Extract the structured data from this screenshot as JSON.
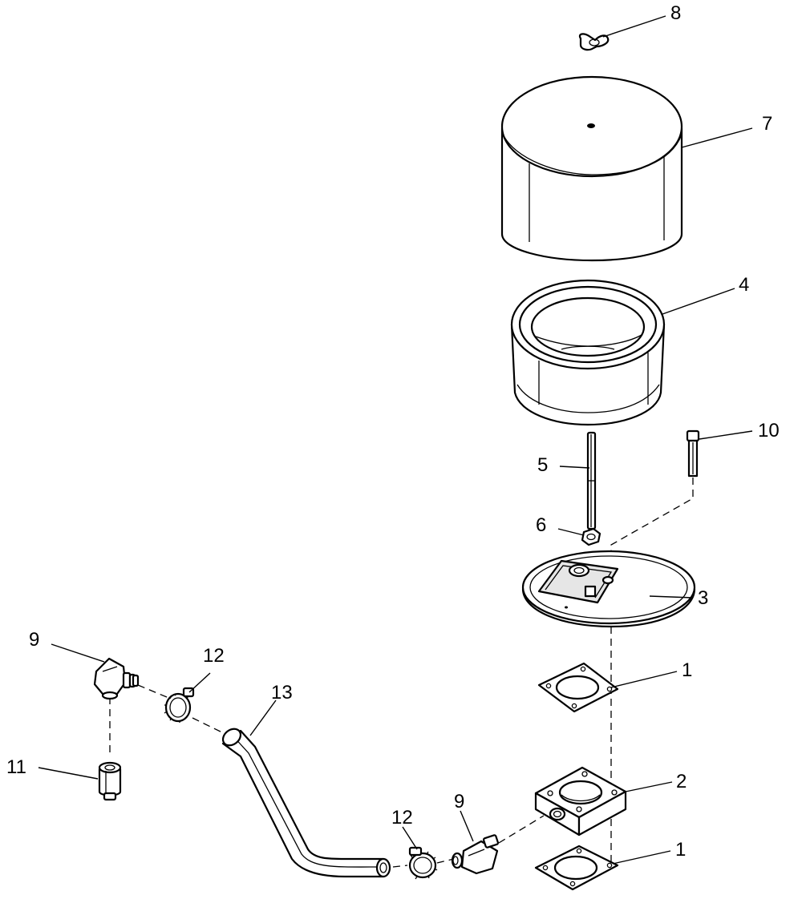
{
  "callouts": {
    "part_8": "8",
    "part_7": "7",
    "part_4": "4",
    "part_10": "10",
    "part_5": "5",
    "part_6": "6",
    "part_3": "3",
    "part_1_upper": "1",
    "part_9_left": "9",
    "part_12_left": "12",
    "part_13": "13",
    "part_11": "11",
    "part_2": "2",
    "part_12_bottom": "12",
    "part_9_bottom": "9",
    "part_1_lower": "1"
  }
}
